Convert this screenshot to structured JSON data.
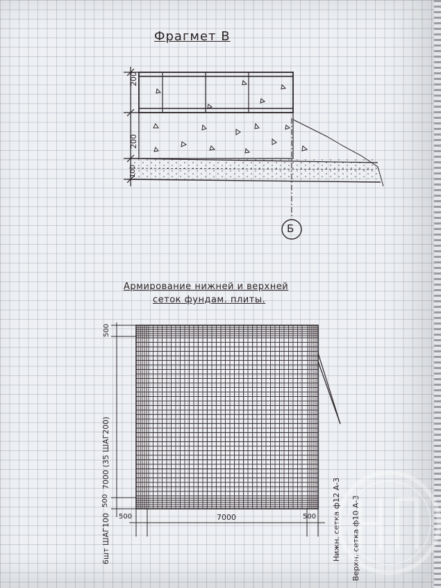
{
  "fragment": {
    "title": "Фрагмет В",
    "dim_top": "200",
    "dim_mid": "200",
    "dim_bottom": "100",
    "axis_label": "Б"
  },
  "reinforcement": {
    "title_line1": "Армирование нижней и верхней",
    "title_line2": "сеток фундам. плиты.",
    "dim_top_left": "500",
    "dim_height": "7000 (35 ШАГ200)",
    "dim_bottom_left": "500",
    "dim_corner": "500",
    "dim_width": "7000",
    "dim_right": "500",
    "spacing_label": "6шт ШАГ100",
    "lower_mesh": "Нижн. сетка ф12 А-3",
    "upper_mesh": "Верхн. сетка ф10 А-3"
  },
  "stamp": {
    "text": "НГ ПР ФФ"
  }
}
